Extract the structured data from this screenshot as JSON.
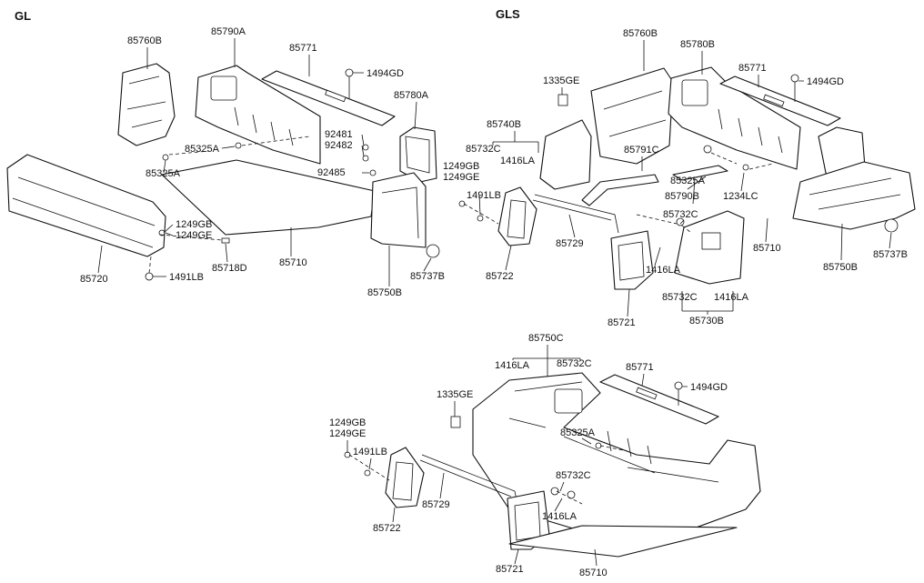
{
  "sections": {
    "gl": "GL",
    "gls": "GLS"
  },
  "gl": {
    "labels": [
      "85760B",
      "85790A",
      "85771",
      "1494GD",
      "85780A",
      "85325A",
      "85325A",
      "92481",
      "92482",
      "92485",
      "1249GB",
      "1249GE",
      "85720",
      "1491LB",
      "85718D",
      "85710",
      "85750B",
      "85737B"
    ]
  },
  "gls_top": {
    "labels": [
      "85760B",
      "85780B",
      "85771",
      "1494GD",
      "1335GE",
      "85740B",
      "85732C",
      "1416LA",
      "85791C",
      "1249GB",
      "1249GE",
      "1491LB",
      "85325A",
      "85790B",
      "1234LC",
      "85732C",
      "85722",
      "85729",
      "1416LA",
      "85721",
      "85710",
      "85750B",
      "85737B",
      "85732C",
      "1416LA",
      "85730B"
    ]
  },
  "gls_bottom": {
    "labels": [
      "85750C",
      "1416LA",
      "85732C",
      "85771",
      "1494GD",
      "1335GE",
      "85325A",
      "1249GB",
      "1249GE",
      "1491LB",
      "85732C",
      "1416LA",
      "85722",
      "85729",
      "85721",
      "85710"
    ]
  }
}
